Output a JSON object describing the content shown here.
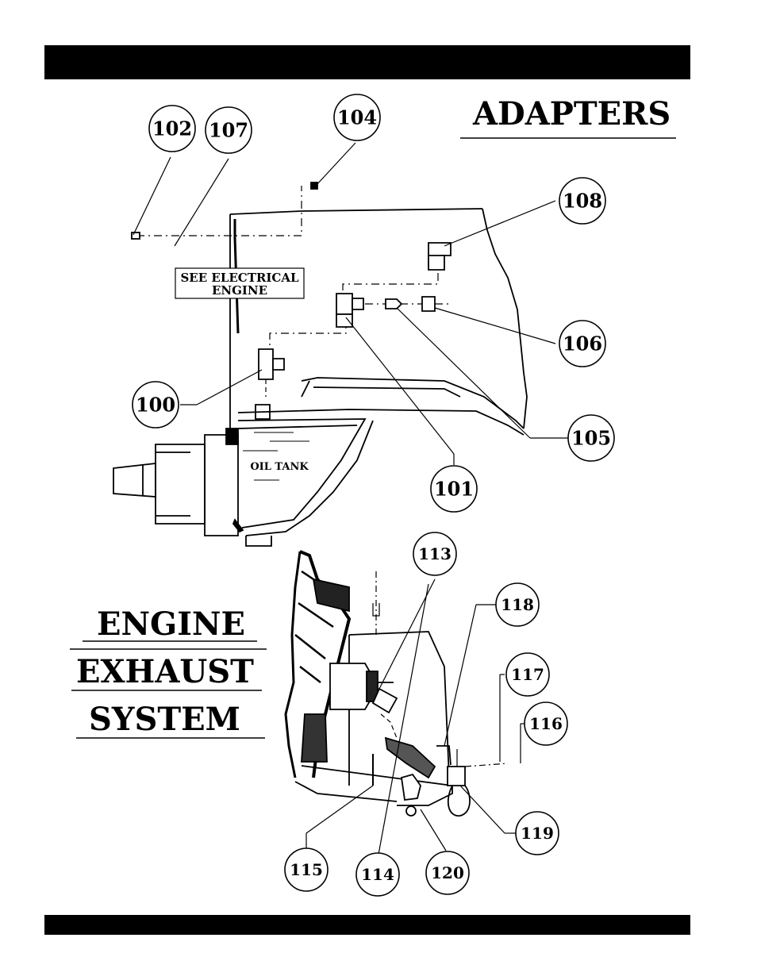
{
  "titles": {
    "adapters": "ADAPTERS",
    "engine_line1": "ENGINE",
    "engine_line2": "EXHAUST",
    "engine_line3": "SYSTEM"
  },
  "labels": {
    "see_electrical_line1": "SEE  ELECTRICAL",
    "see_electrical_line2": "ENGINE",
    "oil_tank": "OIL TANK"
  },
  "callouts": {
    "c100": "100",
    "c101": "101",
    "c102": "102",
    "c104": "104",
    "c105": "105",
    "c106": "106",
    "c107": "107",
    "c108": "108",
    "c113": "113",
    "c114": "114",
    "c115": "115",
    "c116": "116",
    "c117": "117",
    "c118": "118",
    "c119": "119",
    "c120": "120"
  }
}
